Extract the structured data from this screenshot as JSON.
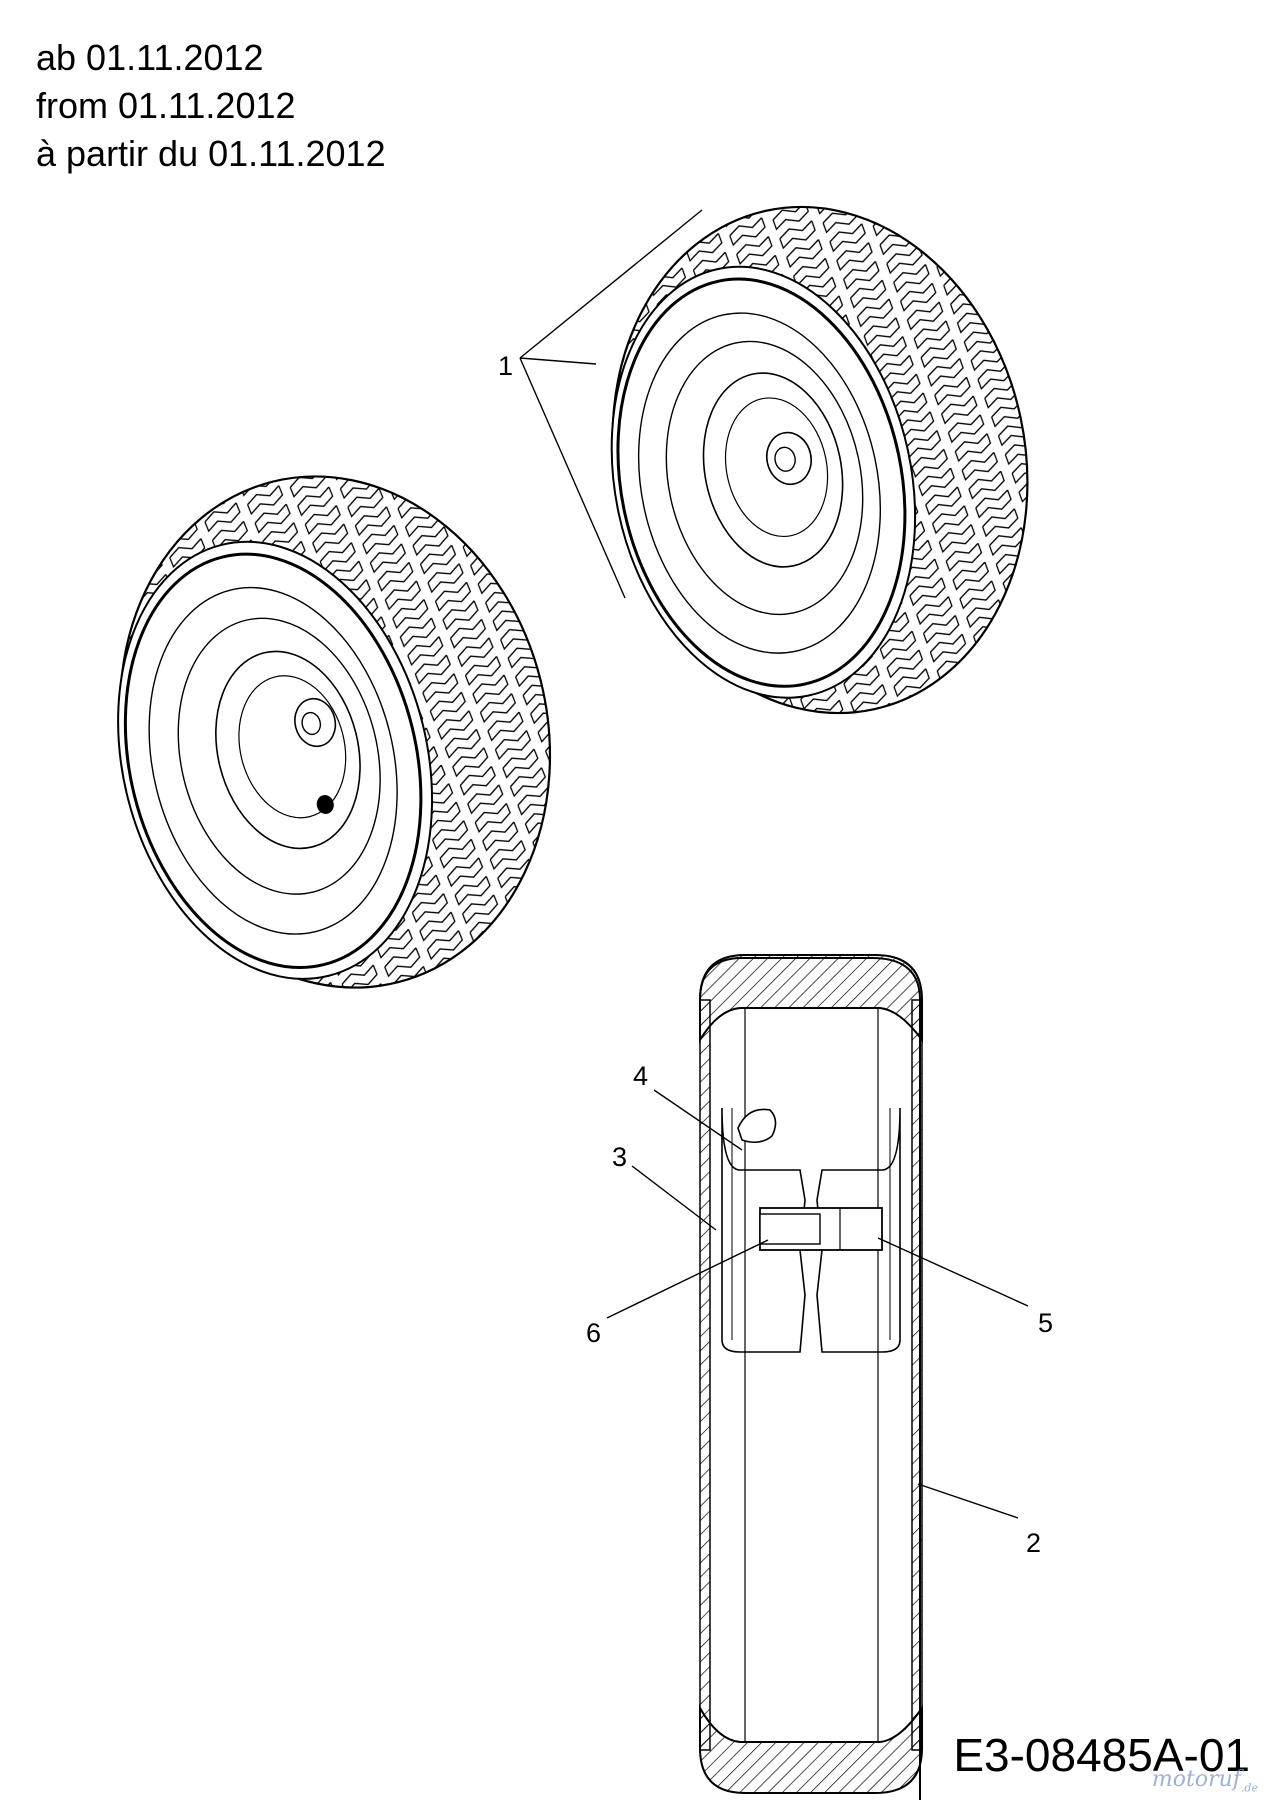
{
  "header": {
    "date_lines": [
      "ab 01.11.2012",
      "from 01.11.2012",
      "à partir du 01.11.2012"
    ]
  },
  "callouts": [
    "1",
    "2",
    "3",
    "4",
    "5",
    "6"
  ],
  "drawing_code": "E3-08485A-01",
  "watermark": {
    "brand": "motoruf",
    "suffix": ".de"
  },
  "colors": {
    "line": "#000000",
    "background": "#ffffff",
    "watermark": "#7d97c8"
  }
}
